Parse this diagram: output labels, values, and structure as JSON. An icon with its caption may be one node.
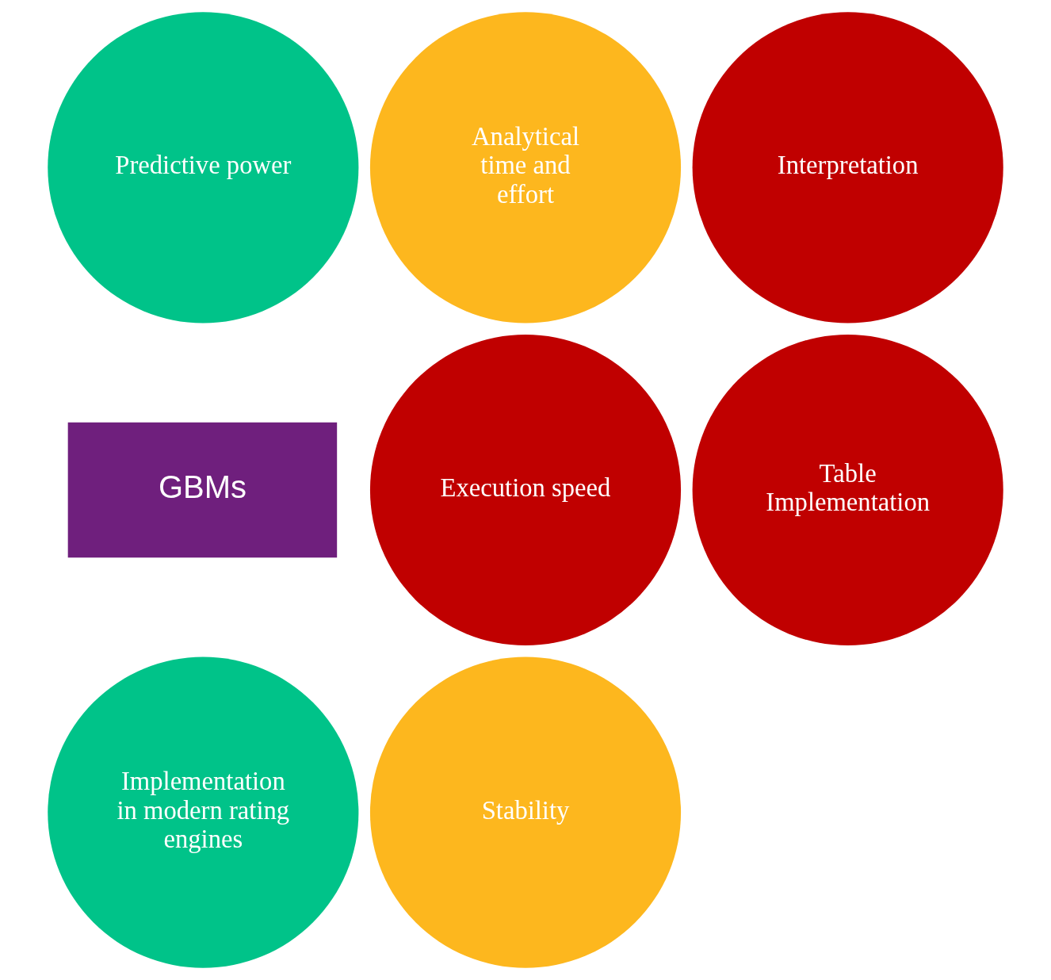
{
  "diagram": {
    "nodes": [
      {
        "text": [
          "Predictive power"
        ]
      },
      {
        "text": [
          "Analytical time and effort"
        ]
      },
      {
        "text": [
          "Interpretation"
        ]
      },
      {
        "text": [
          "GBMs"
        ]
      },
      {
        "text": [
          "Execution speed"
        ]
      },
      {
        "text": [
          "Table Implementation"
        ]
      },
      {
        "text": [
          "Implementation in modern rating engines"
        ]
      },
      {
        "text": [
          "Stability"
        ]
      }
    ],
    "edges": []
  }
}
